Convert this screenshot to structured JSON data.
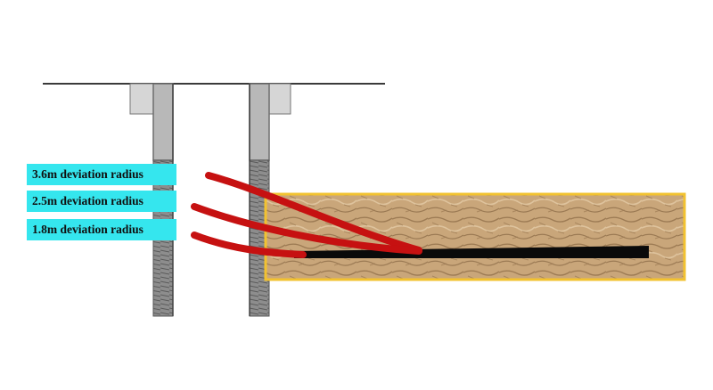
{
  "labels": [
    {
      "text": "3.6m deviation radius"
    },
    {
      "text": "2.5m deviation radius"
    },
    {
      "text": "1.8m deviation radius"
    }
  ],
  "colors": {
    "curve": "#c61111",
    "lateral": "#0a0a0a",
    "formation_border": "#f2c230",
    "formation_fill": "#c9a67a",
    "label_bg": "#35e6ee",
    "casing": "#a9a9a9"
  }
}
